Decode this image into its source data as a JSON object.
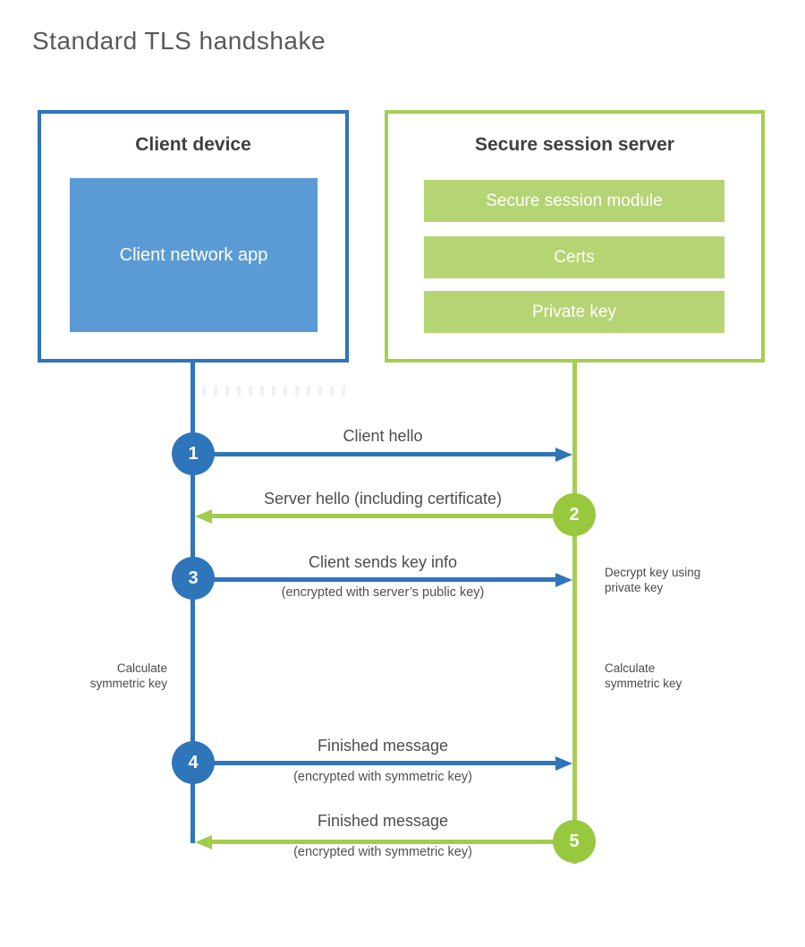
{
  "title": "Standard TLS handshake",
  "colors": {
    "blue": "#2e75b9",
    "blue_fill": "#5b9bd5",
    "green_line": "#a2cc4b",
    "green_circle": "#98c83e",
    "green_fill": "#b5d474",
    "text_dark": "#3e3f41",
    "text_gray": "#4d4d4d"
  },
  "client": {
    "title": "Client device",
    "app": "Client network app"
  },
  "server": {
    "title": "Secure session server",
    "modules": [
      "Secure session module",
      "Certs",
      "Private key"
    ]
  },
  "messages": [
    {
      "num": "1",
      "label": "Client hello",
      "sub": "",
      "direction": "client-to-server",
      "color": "blue"
    },
    {
      "num": "2",
      "label": "Server hello (including certificate)",
      "sub": "",
      "direction": "server-to-client",
      "color": "green"
    },
    {
      "num": "3",
      "label": "Client sends key info",
      "sub": "(encrypted with server’s public key)",
      "direction": "client-to-server",
      "color": "blue"
    },
    {
      "num": "4",
      "label": "Finished message",
      "sub": "(encrypted with symmetric key)",
      "direction": "client-to-server",
      "color": "blue"
    },
    {
      "num": "5",
      "label": "Finished message",
      "sub": "(encrypted with symmetric key)",
      "direction": "server-to-client",
      "color": "green"
    }
  ],
  "annotations": {
    "decrypt": "Decrypt key using private key",
    "calc_left": "Calculate symmetric key",
    "calc_right": "Calculate symmetric key"
  }
}
